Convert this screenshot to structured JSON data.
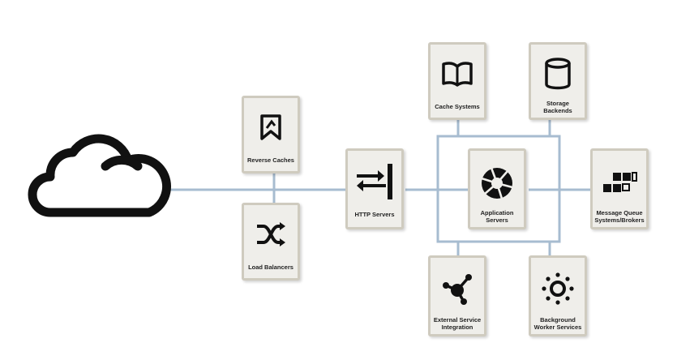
{
  "colors": {
    "connector": "#a7bcd0",
    "box_fill": "#efeeea",
    "box_border": "#cfcbbf",
    "icon": "#111111"
  },
  "cloud": {
    "icon": "cloud-icon"
  },
  "nodes": {
    "reverse_caches": {
      "label": "Reverse Caches",
      "icon": "bookmark-icon"
    },
    "load_balancers": {
      "label": "Load Balancers",
      "icon": "shuffle-icon"
    },
    "http_servers": {
      "label": "HTTP Servers",
      "icon": "exchange-arrows-icon"
    },
    "cache_systems": {
      "label": "Cache Systems",
      "icon": "open-book-icon"
    },
    "storage_backends": {
      "label": "Storage Backends",
      "icon": "database-icon"
    },
    "application_servers": {
      "label": "Application Servers",
      "icon": "aperture-icon"
    },
    "message_queue": {
      "label": "Message Queue Systems/Brokers",
      "icon": "queue-blocks-icon"
    },
    "external_service": {
      "label": "External Service Integration",
      "icon": "share-nodes-icon"
    },
    "background_worker": {
      "label": "Background Worker Services",
      "icon": "sun-gear-icon"
    }
  }
}
